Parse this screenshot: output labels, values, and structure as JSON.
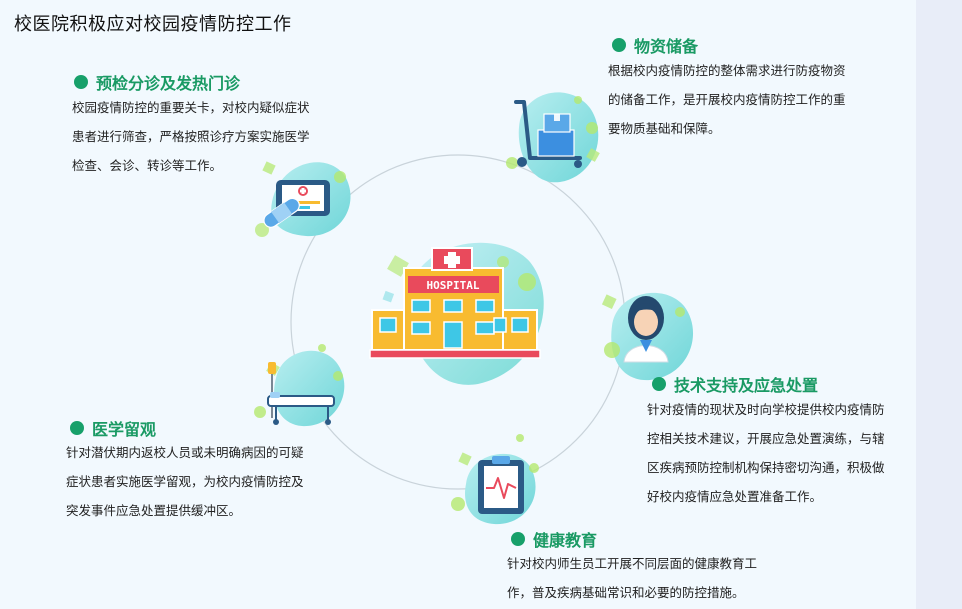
{
  "title": "校医院积极应对校园疫情防控工作",
  "center": {
    "sign": "HOSPITAL",
    "icon": "hospital-building-icon"
  },
  "sections": {
    "triage": {
      "heading": "预检分诊及发热门诊",
      "lines": [
        "校园疫情防控的重要关卡，对校内疑似症状",
        "患者进行筛查，严格按照诊疗方案实施医学",
        "检查、会诊、转诊等工作。"
      ],
      "icon": "medical-tablet-bandage-icon"
    },
    "supplies": {
      "heading": "物资储备",
      "lines": [
        "根据校内疫情防控的整体需求进行防疫物资",
        "的储备工作，是开展校内疫情防控工作的重",
        "要物质基础和保障。"
      ],
      "icon": "cart-with-boxes-icon"
    },
    "observation": {
      "heading": "医学留观",
      "lines": [
        "针对潜伏期内返校人员或未明确病因的可疑",
        "症状患者实施医学留观，为校内疫情防控及",
        "突发事件应急处置提供缓冲区。"
      ],
      "icon": "hospital-bed-iv-icon"
    },
    "support": {
      "heading": "技术支持及应急处置",
      "lines": [
        "针对疫情的现状及时向学校提供校内疫情防",
        "控相关技术建议，开展应急处置演练，与辖",
        "区疾病预防控制机构保持密切沟通，积极做",
        "好校内疫情应急处置准备工作。"
      ],
      "icon": "doctor-icon"
    },
    "education": {
      "heading": "健康教育",
      "lines": [
        "针对校内师生员工开展不同层面的健康教育工",
        "作，普及疾病基础常识和必要的防控措施。"
      ],
      "icon": "clipboard-ecg-icon"
    }
  },
  "colors": {
    "accent": "#17a06a",
    "heading": "#1a9a64",
    "blob": "#8ee0dc",
    "leaf": "#a6e36a",
    "navy": "#25507a",
    "orange": "#f7b931",
    "red": "#e8485b"
  }
}
